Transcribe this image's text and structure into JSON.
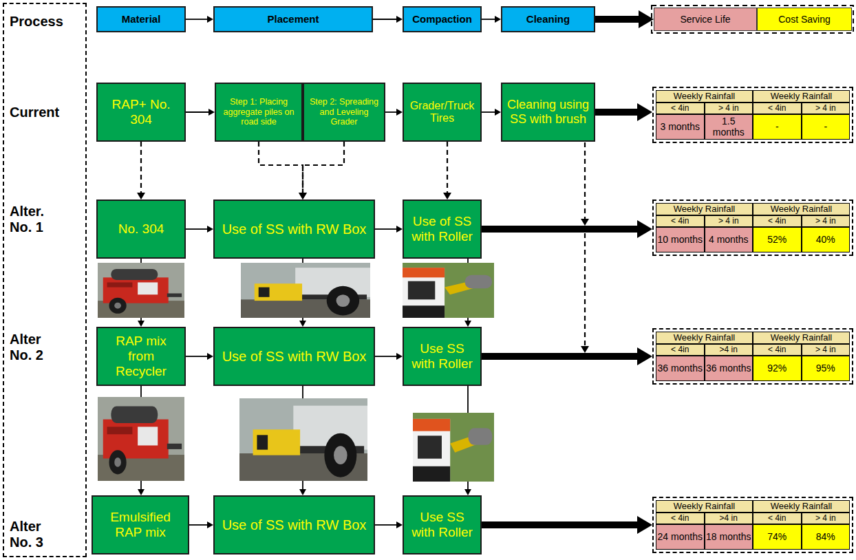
{
  "diagram": {
    "nodes": [
      {
        "text": [
          "Process",
          "Current",
          "Alter. No. 1",
          "Alter No. 2",
          "Alter No. 3"
        ]
      },
      {
        "text": [
          "Material"
        ]
      },
      {
        "text": [
          "Placement"
        ]
      },
      {
        "text": [
          "Compaction"
        ]
      },
      {
        "text": [
          "Cleaning"
        ]
      },
      {
        "text": [
          "Service Life"
        ]
      },
      {
        "text": [
          "Cost Saving"
        ]
      },
      {
        "text": [
          "RAP+ No. 304"
        ]
      },
      {
        "text": [
          "Step 1: Placing aggregate piles on road side"
        ]
      },
      {
        "text": [
          "Step 2: Spreading and Leveling Grader"
        ]
      },
      {
        "text": [
          "Grader/Truck Tires"
        ]
      },
      {
        "text": [
          "Cleaning using SS with brush"
        ]
      },
      {
        "text": [
          "Weekly Rainfall",
          "Weekly Rainfall",
          "< 4in",
          "> 4 in",
          "< 4in",
          "> 4 in",
          "3 months",
          "1.5 months",
          "-",
          "-"
        ]
      },
      {
        "text": [
          "No. 304"
        ]
      },
      {
        "text": [
          "Use of SS with RW Box"
        ]
      },
      {
        "text": [
          "Use of SS with Roller"
        ]
      },
      {
        "text": [
          "Weekly Rainfall",
          "Weekly Rainfall",
          "< 4in",
          "> 4 in",
          "< 4in",
          "> 4 in",
          "10 months",
          "4 months",
          "52%",
          "40%"
        ]
      },
      {
        "text": [
          "RAP mix from Recycler"
        ]
      },
      {
        "text": [
          "Use of SS with RW Box"
        ]
      },
      {
        "text": [
          "Use SS with Roller"
        ]
      },
      {
        "text": [
          "Weekly Rainfall",
          "Weekly Rainfall",
          "< 4in",
          ">4 in",
          "< 4in",
          "> 4 in",
          "36 months",
          "36 months",
          "92%",
          "95%"
        ]
      },
      {
        "text": [
          "Emulsified RAP mix"
        ]
      },
      {
        "text": [
          "Use of SS with RW Box"
        ]
      },
      {
        "text": [
          "Use SS with Roller"
        ]
      },
      {
        "text": [
          "Weekly Rainfall",
          "Weekly Rainfall",
          "< 4in",
          ">4 in",
          "< 4in",
          "> 4 in",
          "24 months",
          "18 months",
          "74%",
          "84%"
        ]
      }
    ],
    "edges": [
      {
        "from": 1,
        "to": 2,
        "arrow": "to"
      },
      {
        "from": 2,
        "to": 3,
        "arrow": "to"
      },
      {
        "from": 3,
        "to": 4,
        "arrow": "to"
      },
      {
        "from": 4,
        "to": 5,
        "arrow": "to"
      },
      {
        "from": 7,
        "to": 8,
        "arrow": "to"
      },
      {
        "from": 9,
        "to": 10,
        "arrow": "to"
      },
      {
        "from": 10,
        "to": 11,
        "arrow": "to"
      },
      {
        "from": 11,
        "to": 12,
        "arrow": "to"
      },
      {
        "from": 7,
        "to": 13,
        "arrow": "to"
      },
      {
        "from": 8,
        "to": 14,
        "arrow": "to"
      },
      {
        "from": 9,
        "to": 14,
        "arrow": "to"
      },
      {
        "from": 10,
        "to": 15,
        "arrow": "to"
      },
      {
        "from": 13,
        "to": 14,
        "arrow": "to"
      },
      {
        "from": 14,
        "to": 15,
        "arrow": "to"
      },
      {
        "from": 15,
        "to": 16,
        "arrow": "to"
      },
      {
        "from": 13,
        "to": 17,
        "arrow": "to"
      },
      {
        "from": 14,
        "to": 18,
        "arrow": "to"
      },
      {
        "from": 15,
        "to": 19,
        "arrow": "to"
      },
      {
        "from": 17,
        "to": 18,
        "arrow": "to"
      },
      {
        "from": 18,
        "to": 19,
        "arrow": "to"
      },
      {
        "from": 19,
        "to": 20,
        "arrow": "to"
      },
      {
        "from": 17,
        "to": 21,
        "arrow": "to"
      },
      {
        "from": 18,
        "to": 22,
        "arrow": "to"
      },
      {
        "from": 19,
        "to": 23,
        "arrow": "to"
      },
      {
        "from": 21,
        "to": 22,
        "arrow": "to"
      },
      {
        "from": 22,
        "to": 23,
        "arrow": "to"
      },
      {
        "from": 23,
        "to": 24,
        "arrow": "to"
      }
    ]
  }
}
